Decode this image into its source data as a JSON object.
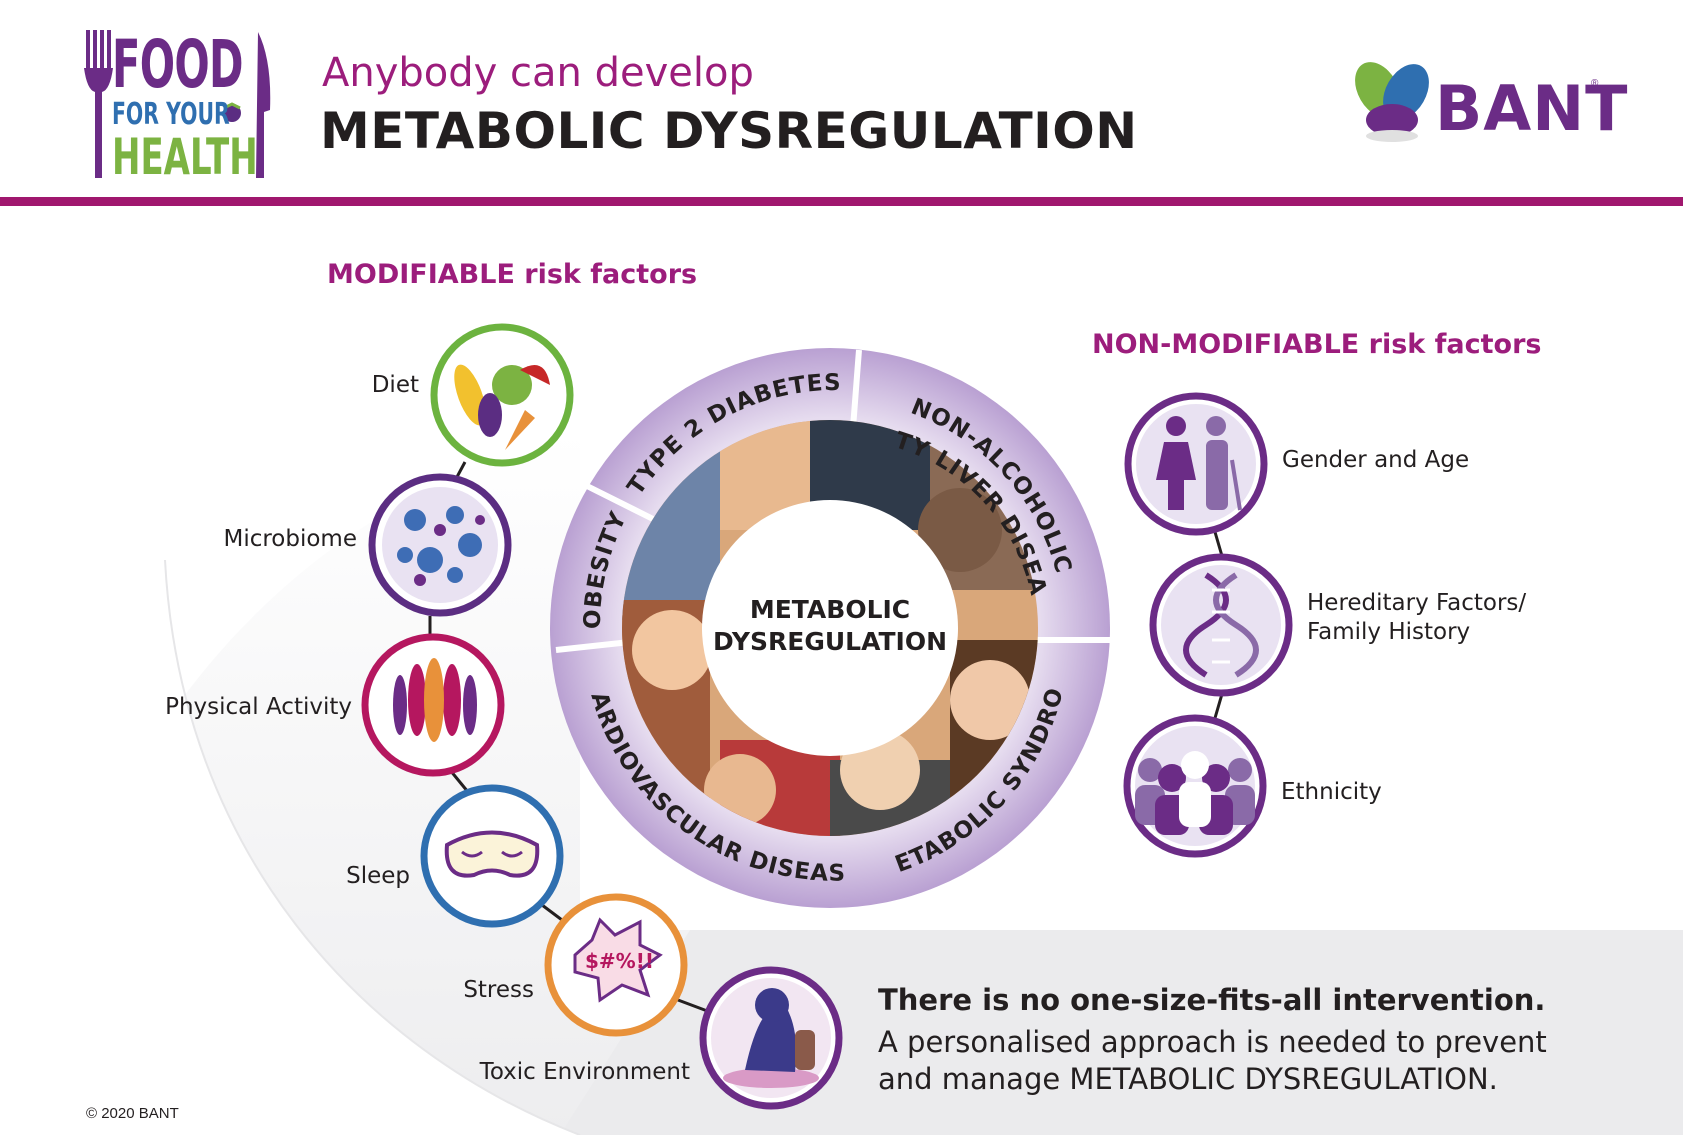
{
  "header": {
    "logo_food": "FOOD",
    "logo_for_your": "FOR YOUR",
    "logo_health": "HEALTH",
    "subtitle": "Anybody can develop",
    "title": "METABOLIC DYSREGULATION",
    "partner_logo": "BANT",
    "partner_reg": "®"
  },
  "modifiable": {
    "heading": "MODIFIABLE risk factors",
    "factors": [
      {
        "label": "Diet",
        "icon": "diet-icon",
        "ring_color": "#6cb33f"
      },
      {
        "label": "Microbiome",
        "icon": "microbiome-icon",
        "ring_color": "#5b2d82"
      },
      {
        "label": "Physical Activity",
        "icon": "physical-activity-icon",
        "ring_color": "#b5175f"
      },
      {
        "label": "Sleep",
        "icon": "sleep-mask-icon",
        "ring_color": "#2f6fb0"
      },
      {
        "label": "Stress",
        "icon": "stress-icon",
        "ring_color": "#e8913a"
      },
      {
        "label": "Toxic Environment",
        "icon": "toxic-environment-icon",
        "ring_color": "#6b2c86"
      }
    ]
  },
  "non_modifiable": {
    "heading": "NON-MODIFIABLE risk factors",
    "factors": [
      {
        "label": "Gender and Age",
        "icon": "gender-age-icon"
      },
      {
        "label_line1": "Hereditary Factors/",
        "label_line2": "Family History",
        "icon": "dna-icon"
      },
      {
        "label": "Ethnicity",
        "icon": "ethnicity-icon"
      }
    ]
  },
  "wheel": {
    "center_line1": "METABOLIC",
    "center_line2": "DYSREGULATION",
    "segments": [
      "TYPE 2 DIABETES",
      "NON-ALCOHOLIC",
      "FATTY LIVER DISEASE",
      "METABOLIC SYNDROME",
      "CARDIOVASCULAR DISEASE",
      "OBESITY"
    ]
  },
  "message": {
    "bold": "There is no one-size-fits-all intervention.",
    "line1": "A personalised approach is needed to prevent",
    "line2": "and manage METABOLIC DYSREGULATION."
  },
  "footer": {
    "copyright": "© 2020 BANT"
  },
  "colors": {
    "brand_purple": "#6b2c86",
    "magenta": "#9c1d7c",
    "header_bar": "#a0176e",
    "wheel_lavender": "#c9b6dc"
  }
}
